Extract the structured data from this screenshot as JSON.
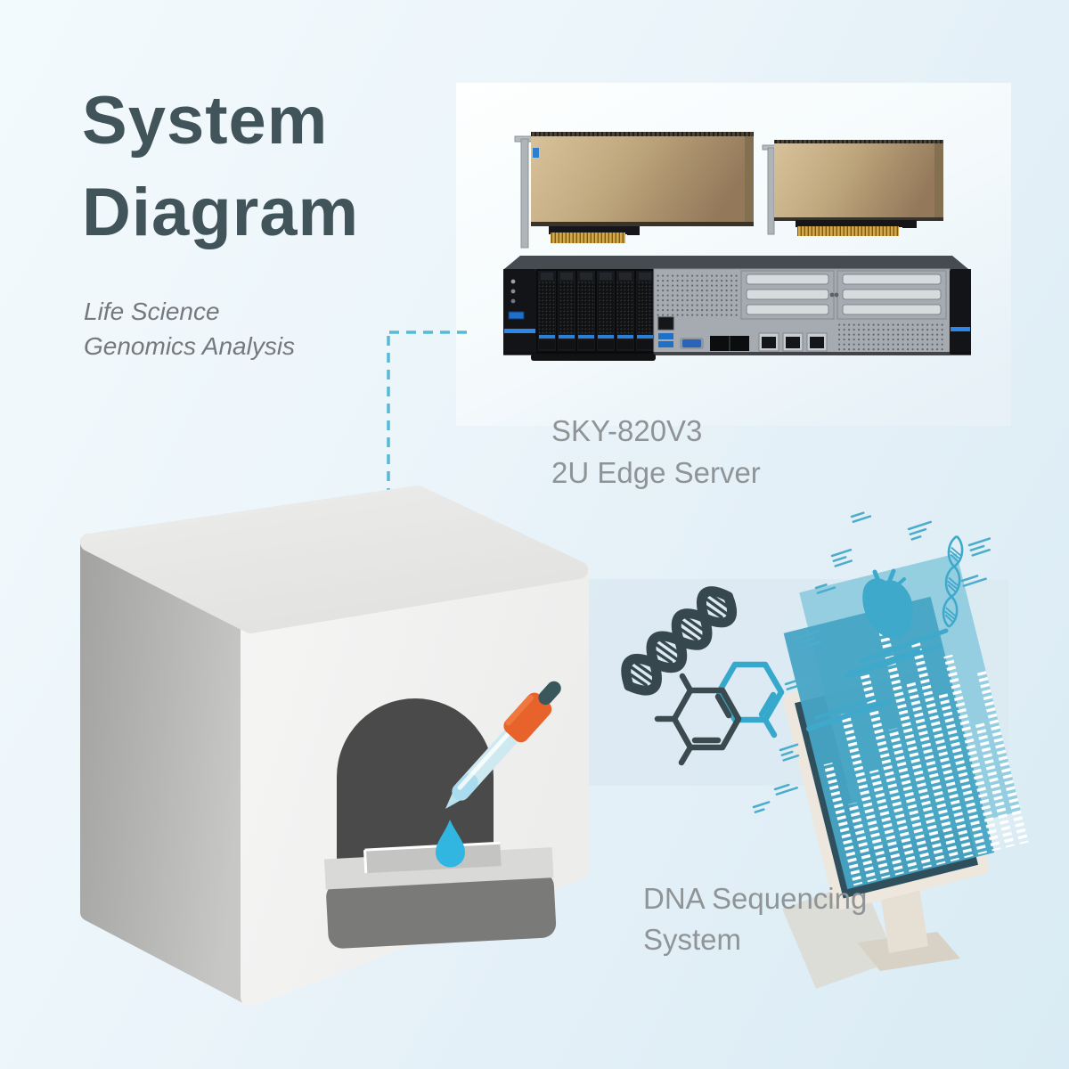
{
  "title": {
    "line1": "System",
    "line2": "Diagram"
  },
  "subtitle": {
    "line1": "Life Science",
    "line2": "Genomics Analysis"
  },
  "server_section": {
    "label_line1": "SKY-820V3",
    "label_line2": "2U Edge Server",
    "illustrations": [
      "gpu-card-full-height",
      "gpu-card-low-profile",
      "2u-rack-server"
    ]
  },
  "sequencer_section": {
    "label_line1": "DNA Sequencing",
    "label_line2": "System",
    "illustrations": [
      "sequencer-cube",
      "pipette",
      "sample-drop",
      "dna-helix-icon",
      "molecule-icon",
      "analytics-monitor",
      "heart-icon",
      "dna-strand-icon"
    ]
  },
  "connector": {
    "style": "dashed",
    "color": "#56b9d5"
  },
  "colors": {
    "title_text": "#41545a",
    "label_text": "#8f9497",
    "subtitle_text": "#75797c",
    "accent_teal": "#3fa9cc",
    "connector_teal": "#56b9d5",
    "gpu_gold": "#bfa87f",
    "pipette_orange": "#e8622c",
    "drop_blue": "#30b6e0",
    "server_accent_blue": "#2e86e8",
    "cube_front_gray": "#f2f2f1",
    "dark_icon": "#36474e"
  }
}
